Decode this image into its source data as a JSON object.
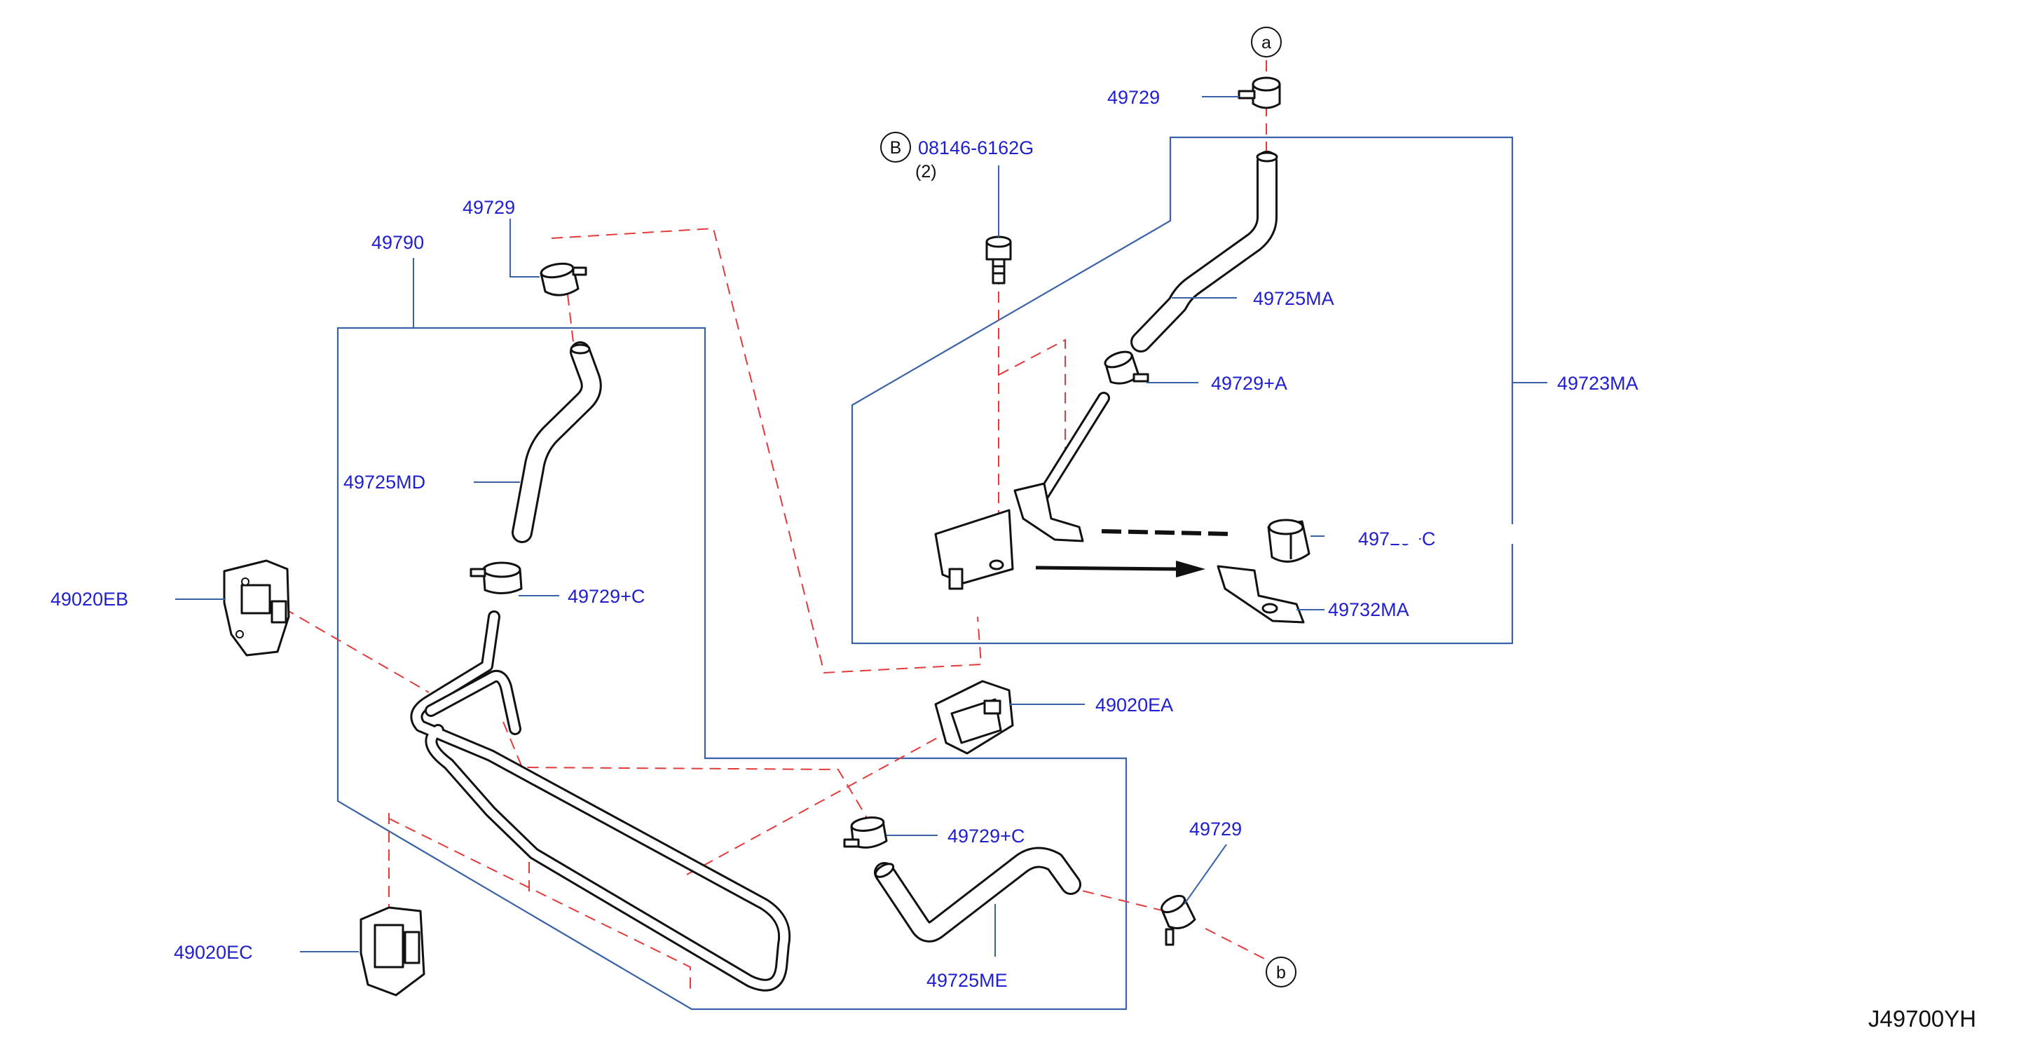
{
  "diagram_code": "J49700YH",
  "callouts": {
    "a": "a",
    "b": "b",
    "B": "B"
  },
  "labels": {
    "bolt_part": "08146-6162G",
    "bolt_qty": "(2)",
    "clamp_top": "49729",
    "clamp_left_top": "49729",
    "frame_left": "49790",
    "hose_ma": "49725MA",
    "clamp_a": "49729+A",
    "assy_ma": "49723MA",
    "hose_md": "49725MD",
    "clip_eb": "49020EB",
    "clamp_c_left": "49729+C",
    "clamp_c_partial": "49729+C",
    "bracket_ma": "49732MA",
    "clip_ea": "49020EA",
    "clamp_c_lower": "49729+C",
    "clamp_right": "49729",
    "hose_me": "49725ME",
    "clip_ec": "49020EC"
  },
  "colors": {
    "label": "#1f1fd0",
    "frame": "#3a62a8",
    "dashed_guide": "#e53a3a",
    "part_outline": "#111111"
  }
}
